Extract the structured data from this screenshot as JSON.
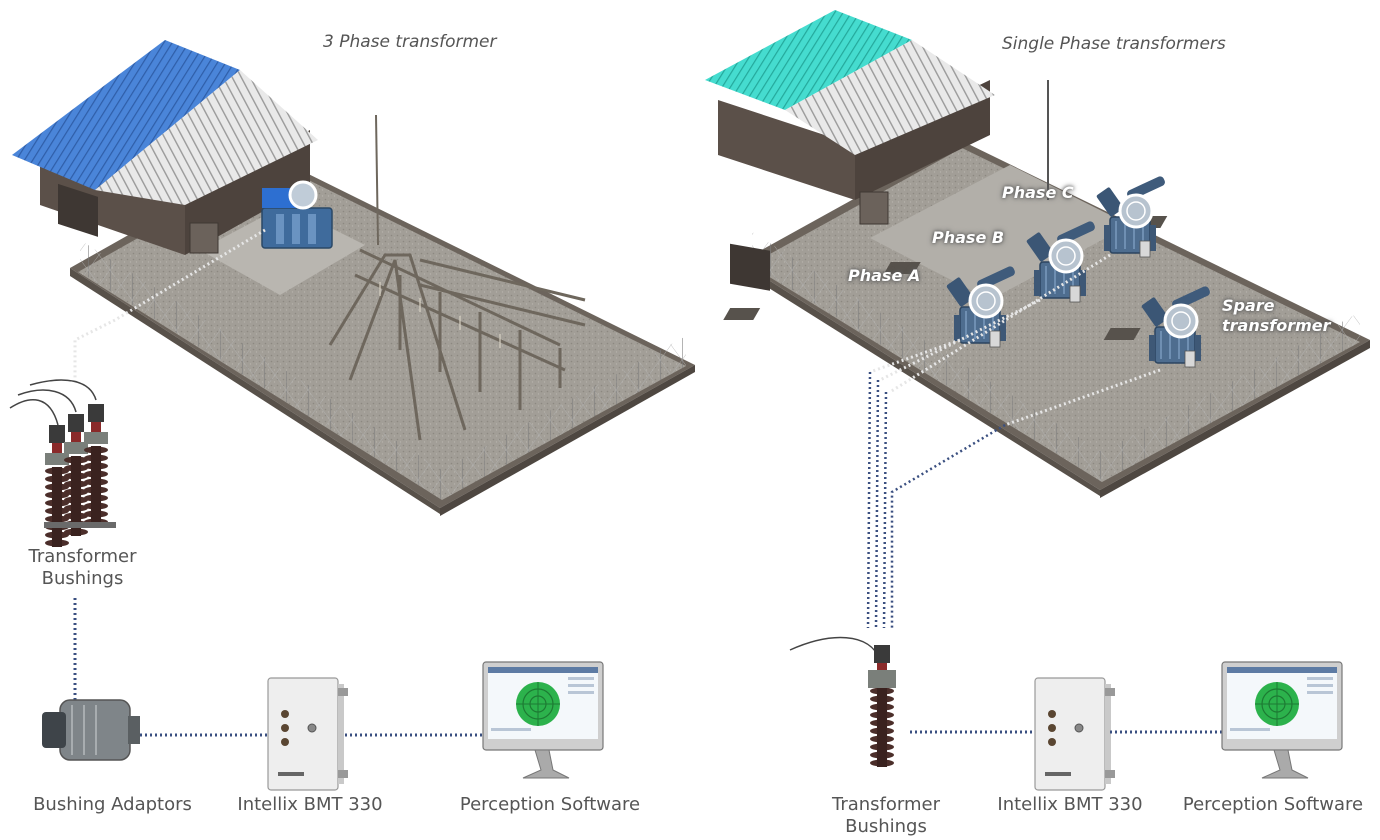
{
  "left_panel": {
    "title": "3 Phase transformer",
    "labels": {
      "bushings": "Transformer\nBushings",
      "adaptors": "Bushing Adaptors",
      "monitor": "Intellix BMT 330",
      "software": "Perception Software"
    }
  },
  "right_panel": {
    "title": "Single Phase transformers",
    "phases": {
      "a": "Phase A",
      "b": "Phase B",
      "c": "Phase C",
      "spare": "Spare\ntransformer"
    },
    "labels": {
      "bushings": "Transformer\nBushings",
      "monitor": "Intellix BMT 330",
      "software": "Perception Software"
    }
  },
  "colors": {
    "roof_left": "#3f7fd6",
    "roof_right": "#3fd8cc",
    "transformer": "#4a6a8c",
    "connection": "#3a4f80",
    "ground": "#9c9892",
    "wall": "#5a524b",
    "label": "#555555"
  }
}
